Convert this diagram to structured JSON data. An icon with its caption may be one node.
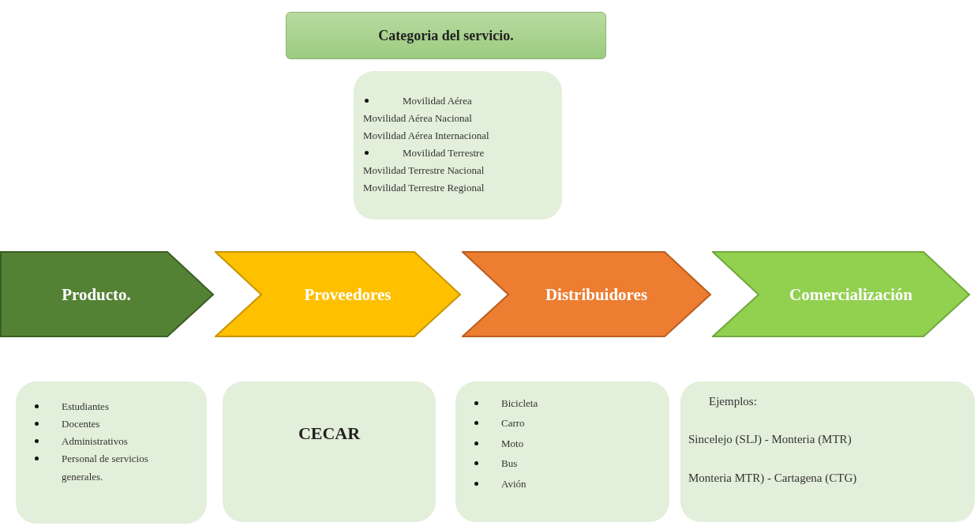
{
  "diagram": {
    "nodes": [
      {
        "text": [
          "Categoria del servicio."
        ]
      },
      {
        "text": [
          "Movilidad Aérea",
          "Movilidad Aérea Nacional",
          "Movilidad Aérea Internacional",
          "Movilidad Terrestre",
          "Movilidad Terrestre Nacional",
          "Movilidad Terrestre Regional"
        ]
      },
      {
        "text": [
          "Producto."
        ]
      },
      {
        "text": [
          "Proveedores"
        ]
      },
      {
        "text": [
          "Distribuidores"
        ]
      },
      {
        "text": [
          "Comercialización"
        ]
      },
      {
        "text": [
          "Estudiantes",
          "Docentes",
          "Administrativos",
          "Personal de servicios generales."
        ]
      },
      {
        "text": [
          "CECAR"
        ]
      },
      {
        "text": [
          "Bicicleta",
          "Carro",
          "Moto",
          "Bus",
          "Avión"
        ]
      },
      {
        "text": [
          "Ejemplos:",
          "Sincelejo (SLJ) - Monteria (MTR)",
          "Monteria MTR) - Cartagena (CTG)"
        ]
      }
    ],
    "edges": []
  }
}
